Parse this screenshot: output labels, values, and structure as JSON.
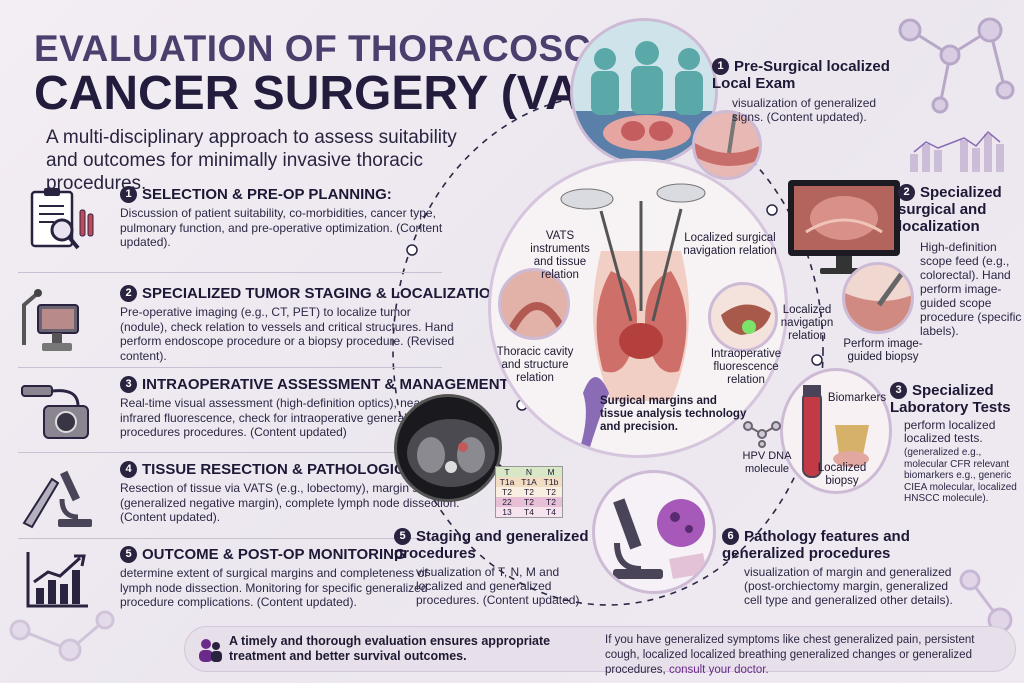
{
  "header": {
    "title_line1": "EVALUATION OF THORACOSCOPIC",
    "title_line2": "CANCER SURGERY (VATS)",
    "subtitle": "A multi-disciplinary approach to assess suitability and outcomes for minimally invasive thoracic procedures."
  },
  "steps": [
    {
      "num": "1",
      "title": "SELECTION & PRE-OP PLANNING:",
      "text": "Discussion of patient suitability, co-morbidities, cancer type, pulmonary function, and pre-operative optimization. (Content updated).",
      "icon": "clipboard-magnifier-icon"
    },
    {
      "num": "2",
      "title": "SPECIALIZED TUMOR STAGING & LOCALIZATION",
      "text": "Pre-operative imaging (e.g., CT, PET) to localize tumor (nodule), check relation to vessels and critical structures. Hand perform endoscope procedure or a biopsy procedure. (Revised content).",
      "icon": "robotic-imaging-icon"
    },
    {
      "num": "3",
      "title": "INTRAOPERATIVE ASSESSMENT & MANAGEMENT",
      "text": "Real-time visual assessment (high-definition optics), near-infrared fluorescence, check for intraoperative generalized procedures procedures. (Content updated)",
      "icon": "endoscope-camera-icon"
    },
    {
      "num": "4",
      "title": "TISSUE RESECTION & PATHOLOGICAL ANALYSIS",
      "text": "Resection of tissue via VATS (e.g., lobectomy), margin status (generalized negative margin), complete lymph node dissection. (Content updated).",
      "icon": "scalpel-microscope-icon"
    },
    {
      "num": "5",
      "title": "OUTCOME & POST-OP MONITORING",
      "text": "determine extent of surgical margins and completeness of lymph node dissection. Monitoring for specific generalized procedure complications. (Content updated).",
      "icon": "trend-chart-icon"
    }
  ],
  "panels": {
    "p1": {
      "num": "1",
      "title": "Pre-Surgical localized Local Exam",
      "text": "visualization of generalized signs. (Content updated)."
    },
    "p2": {
      "num": "2",
      "title": "Specialized surgical and localization",
      "text": "High-definition scope feed (e.g., colorectal). Hand perform image-guided scope procedure (specific labels)."
    },
    "p3": {
      "num": "3",
      "title": "Specialized Laboratory Tests",
      "text": "perform localized localized tests.",
      "small": "(generalized e.g., molecular CFR relevant biomarkers e.g., generic CIEA molecular, localized HNSCC molecule)."
    },
    "p5": {
      "num": "5",
      "title": "Staging and generalized procedures",
      "text": "visualization of T, N, M and localized and generalized procedures. (Content updated)."
    },
    "p6": {
      "num": "6",
      "title": "Pathology features and generalized procedures",
      "text": "visualization of margin and generalized (post-orchiectomy margin, generalized cell type and generalized other details)."
    }
  },
  "center": {
    "vats": "VATS instruments and tissue relation",
    "nav_relation": "Localized surgical navigation relation",
    "thoracic": "Thoracic cavity and structure relation",
    "localized_nav": "Localized navigation relation",
    "fluorescence": "Intraoperative fluorescence relation",
    "margins": "Surgical margins and tissue analysis technology and precision."
  },
  "scope_caption": "Perform image-guided biopsy",
  "lab": {
    "biomarkers": "Biomarkers",
    "hpv": "HPV DNA molecule",
    "biopsy": "Localized biopsy"
  },
  "tnm": {
    "header": [
      "T",
      "N",
      "M"
    ],
    "rows": [
      [
        "T1a",
        "T1A",
        "T1b"
      ],
      [
        "T2",
        "T2",
        "T2"
      ],
      [
        "22",
        "T2",
        "T2"
      ],
      [
        "13",
        "T4",
        "T4"
      ]
    ]
  },
  "footer": {
    "left": "A timely and thorough evaluation ensures appropriate treatment and better survival outcomes.",
    "right": "If you have generalized symptoms like chest generalized pain, persistent cough, localized localized breathing generalized changes or generalized procedures,",
    "link": "consult your doctor."
  },
  "colors": {
    "accent": "#6a2a8a",
    "title_dark": "#231c3d",
    "title_light": "#4b3f6e",
    "ribbon": "#8a6bb5",
    "lung": "#d98a86"
  }
}
